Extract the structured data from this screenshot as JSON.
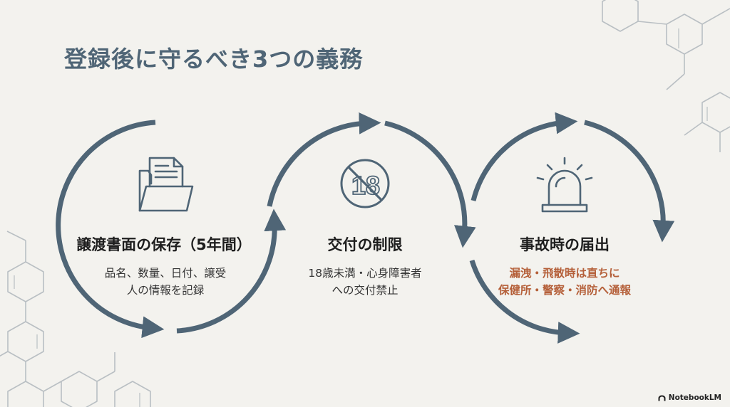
{
  "slide": {
    "title": "登録後に守るべき3つの義務"
  },
  "steps": [
    {
      "title": "譲渡書面の保存（5年間）",
      "desc": [
        "品名、数量、日付、譲受",
        "人の情報を記録"
      ],
      "icon": "document-folder-icon"
    },
    {
      "title": "交付の制限",
      "desc": [
        "18歳未満・心身障害者",
        "への交付禁止"
      ],
      "icon": "no-under-18-icon"
    },
    {
      "title": "事故時の届出",
      "desc": [
        "漏洩・飛散時は直ちに",
        "保健所・警察・消防へ通報"
      ],
      "icon": "alarm-light-icon"
    }
  ],
  "brand": {
    "label": "NotebookLM"
  },
  "colors": {
    "accent": "#4f6576",
    "alert_text": "#b5603a",
    "background": "#f3f2ee",
    "decoration": "#b9bfc3"
  }
}
